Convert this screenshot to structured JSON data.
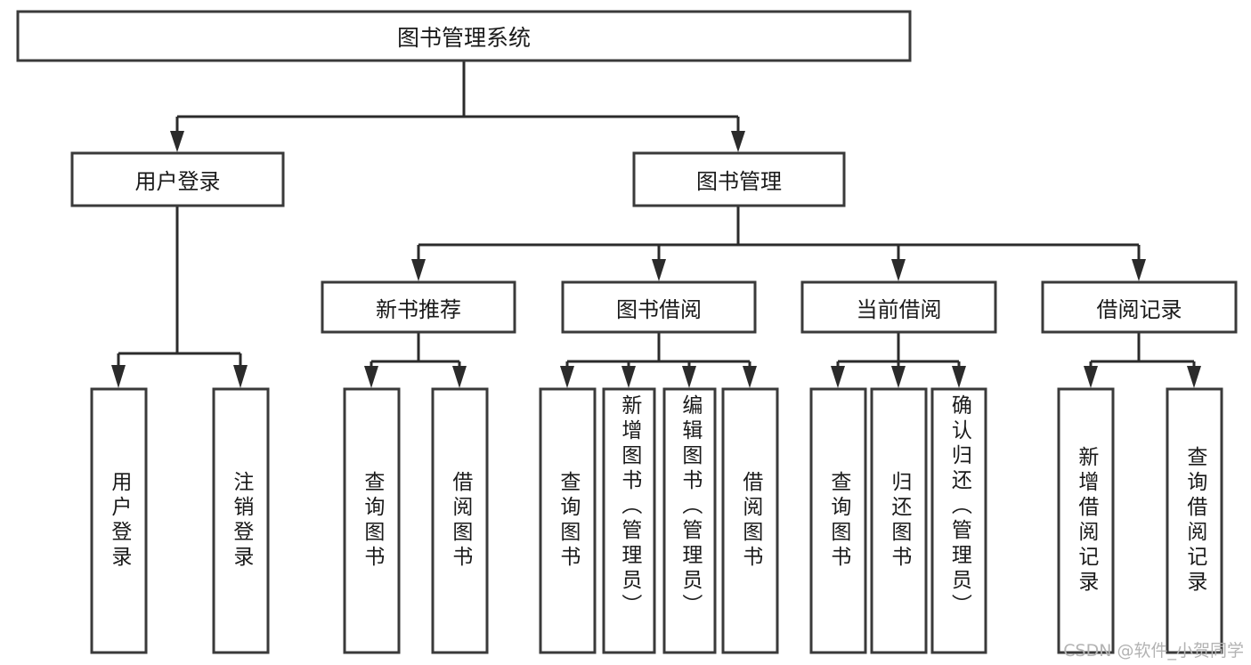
{
  "diagram": {
    "title": "图书管理系统",
    "root": {
      "id": "root",
      "label": "图书管理系统"
    },
    "level2": [
      {
        "id": "user-login",
        "label": "用户登录"
      },
      {
        "id": "book-manage",
        "label": "图书管理"
      }
    ],
    "level3": [
      {
        "id": "new-book-recommend",
        "label": "新书推荐",
        "parent": "book-manage"
      },
      {
        "id": "book-borrow",
        "label": "图书借阅",
        "parent": "book-manage"
      },
      {
        "id": "current-borrow",
        "label": "当前借阅",
        "parent": "book-manage"
      },
      {
        "id": "borrow-record",
        "label": "借阅记录",
        "parent": "book-manage"
      }
    ],
    "leaves": {
      "user-login": [
        {
          "id": "leaf-user-login",
          "label": "用户登录"
        },
        {
          "id": "leaf-user-logout",
          "label": "注销登录"
        }
      ],
      "new-book-recommend": [
        {
          "id": "leaf-query-book-1",
          "label": "查询图书"
        },
        {
          "id": "leaf-borrow-book-1",
          "label": "借阅图书"
        }
      ],
      "book-borrow": [
        {
          "id": "leaf-query-book-2",
          "label": "查询图书"
        },
        {
          "id": "leaf-add-book",
          "label": "新增图书（管理员）"
        },
        {
          "id": "leaf-edit-book",
          "label": "编辑图书（管理员）"
        },
        {
          "id": "leaf-borrow-book-2",
          "label": "借阅图书"
        }
      ],
      "current-borrow": [
        {
          "id": "leaf-query-book-3",
          "label": "查询图书"
        },
        {
          "id": "leaf-return-book",
          "label": "归还图书"
        },
        {
          "id": "leaf-confirm-return",
          "label": "确认归还（管理员）"
        }
      ],
      "borrow-record": [
        {
          "id": "leaf-add-record",
          "label": "新增借阅记录"
        },
        {
          "id": "leaf-query-record",
          "label": "查询借阅记录"
        }
      ]
    }
  },
  "watermark": {
    "text": "CSDN @软件_小贺同学"
  },
  "colors": {
    "box_stroke": "#3a3a3a",
    "connector": "#2b2b2b",
    "text": "#1a1a1a",
    "background": "#ffffff",
    "watermark": "#b3b3b3"
  }
}
